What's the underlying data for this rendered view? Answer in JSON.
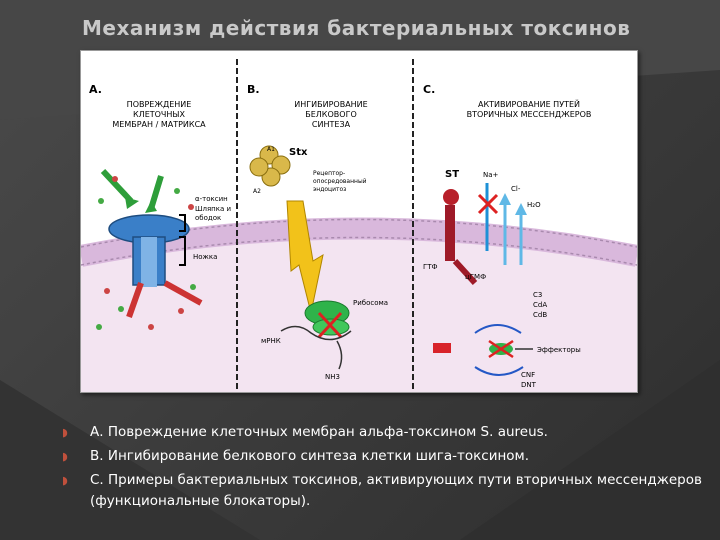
{
  "title": "Механизм действия бактериальных токсинов",
  "panels": {
    "a": {
      "letter": "A.",
      "heading": [
        "ПОВРЕЖДЕНИЕ",
        "КЛЕТОЧНЫХ",
        "МЕМБРАН / МАТРИКСА"
      ],
      "toxin_label": "α-токсин",
      "stem_label": [
        "Шляпка и",
        "ободок"
      ],
      "legs_label": "Ножка"
    },
    "b": {
      "letter": "B.",
      "heading": [
        "ИНГИБИРОВАНИЕ",
        "БЕЛКОВОГО",
        "СИНТЕЗА"
      ],
      "stx_label": "Stx",
      "a_label": "A1",
      "a2_label": "A2",
      "receptor_label": [
        "Рецептор-",
        "опосредованный",
        "эндоцитоз"
      ],
      "ribosome_label": "Рибосома",
      "mrna_label": "мРНК",
      "nh3_label": "NH3"
    },
    "c": {
      "letter": "C.",
      "heading": [
        "АКТИВИРОВАНИЕ ПУТЕЙ",
        "ВТОРИЧНЫХ МЕССЕНДЖЕРОВ"
      ],
      "st_label": "ST",
      "na_label": "Na+",
      "cl_label": "Cl-",
      "h2o_label": "H₂O",
      "gtf_label": "ГТФ",
      "cgmf_label": "цГМФ",
      "toxins_label": [
        "C3",
        "CdA",
        "CdB"
      ],
      "effectors_label": "Эффекторы",
      "cnf_label": [
        "CNF",
        "DNT"
      ]
    }
  },
  "bullets": [
    "А. Повреждение клеточных мембран альфа-токсином S. aureus.",
    " В. Ингибирование белкового синтеза клетки шига-токсином.",
    "С. Примеры бактериальных токсинов, активирующих пути вторичных мессенджеров (функциональные блокаторы)."
  ],
  "colors": {
    "accent": "#c0503c",
    "membrane": "#e8d4ea"
  }
}
